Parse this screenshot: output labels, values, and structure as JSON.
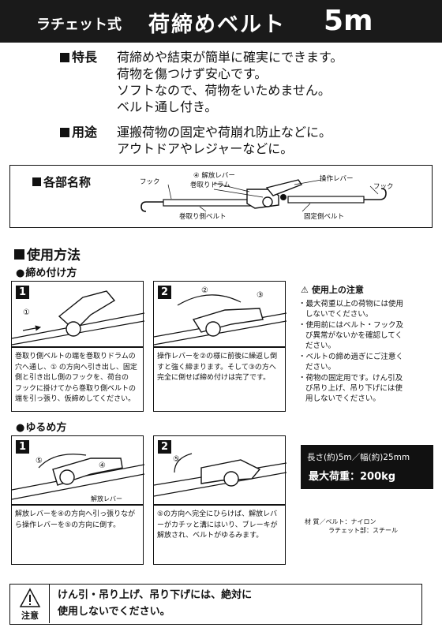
{
  "header": {
    "prefix": "ラチェット式",
    "title": "荷締めベルト",
    "size": "5m"
  },
  "features": {
    "label": "特長",
    "lines": [
      "荷締めや結束が簡単に確実にできます。",
      "荷物を傷つけず安心です。",
      "ソフトなので、荷物をいためません。",
      "ベルト通し付き。"
    ]
  },
  "uses": {
    "label": "用途",
    "lines": [
      "運搬荷物の固定や荷崩れ防止などに。",
      "アウトドアやレジャーなどに。"
    ]
  },
  "parts": {
    "heading": "各部名称",
    "labels": {
      "hook_left": "フック",
      "release_lever": "④ 解放レバー",
      "winding_drum": "巻取りドラム",
      "operation_lever": "操作レバー",
      "hook_right": "フック",
      "winding_belt": "巻取り側ベルト",
      "fixed_belt": "固定側ベルト"
    }
  },
  "usage": {
    "heading": "使用方法",
    "tighten": {
      "heading": "締め付け方",
      "steps": [
        {
          "num": "1",
          "fig_label": "①",
          "text": [
            "巻取り側ベルトの端を巻取りドラムの",
            "穴へ通し、① の方向へ引き出し、固定",
            "側と引き出し側のフックを、荷台の",
            "フックに掛けてから巻取り側ベルトの",
            "端を引っ張り、仮締めしてください。"
          ]
        },
        {
          "num": "2",
          "fig_label_a": "②",
          "fig_label_b": "③",
          "text": [
            "操作レバーを②の様に前後に繰返し倒",
            "すと強く締まります。そして③の方へ",
            "完全に倒せば締め付けは完了です。"
          ]
        }
      ]
    },
    "loosen": {
      "heading": "ゆるめ方",
      "steps": [
        {
          "num": "1",
          "fig_label_a": "⑤",
          "fig_label_b": "④",
          "fig_label_c": "解放レバー",
          "text": [
            "解放レバーを④の方向へ引っ張りなが",
            "ら操作レバーを⑤の方向に倒す。"
          ]
        },
        {
          "num": "2",
          "fig_label_a": "⑤",
          "text": [
            "⑤の方向へ完全にひらけば、解放レバ",
            "ーがカチッと溝にはいり、ブレーキが",
            "解放され、ベルトがゆるみます。"
          ]
        }
      ]
    }
  },
  "caution": {
    "title": "使用上の注意",
    "items": [
      [
        "最大荷重以上の荷物には使用",
        "しないでください。"
      ],
      [
        "使用前にはベルト・フック及",
        "び異常がないかを確認してく",
        "ださい。"
      ],
      [
        "ベルトの締め過ぎにご注意く",
        "ださい。"
      ],
      [
        "荷物の固定用です。けん引及",
        "び吊り上げ、吊り下げには使",
        "用しないでください。"
      ]
    ]
  },
  "spec": {
    "dimensions": "長さ(約)5m／幅(約)25mm",
    "max_load": "最大荷重：200kg"
  },
  "material": {
    "line1": "材 質／ベルト：ナイロン",
    "line2": "ラチェット部：スチール"
  },
  "warning": {
    "label": "注意",
    "lines": [
      "けん引・吊り上げ、吊り下げには、絶対に",
      "使用しないでください。"
    ]
  }
}
